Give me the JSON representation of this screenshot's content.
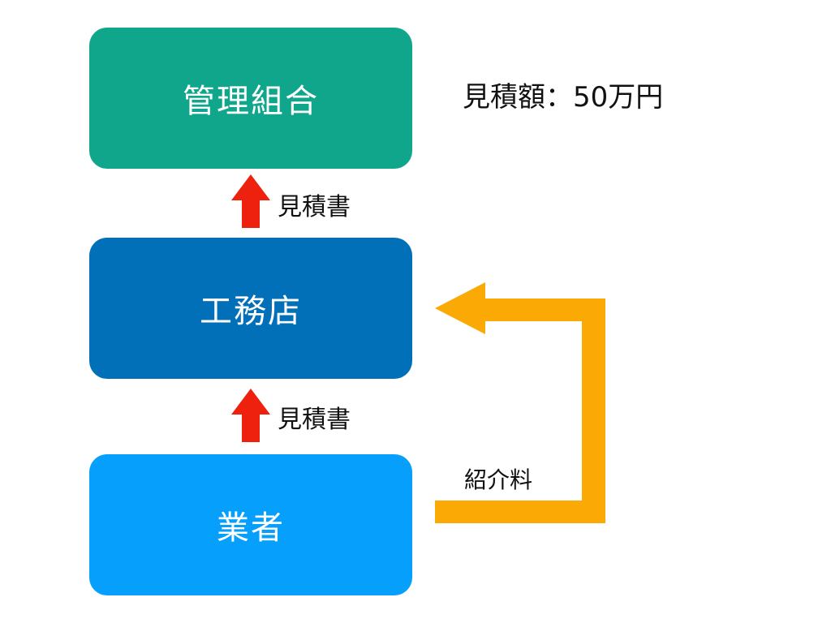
{
  "boxes": {
    "top": {
      "label": "管理組合",
      "color": "#10a68c"
    },
    "middle": {
      "label": "工務店",
      "color": "#0270b8"
    },
    "bottom": {
      "label": "業者",
      "color": "#06a0fc"
    }
  },
  "labels": {
    "estimate_amount": "見積額：50万円",
    "document_upper": "見積書",
    "document_lower": "見積書",
    "referral_fee": "紹介料"
  },
  "colors": {
    "red_arrow": "#ee210e",
    "fee_arrow": "#fbaa05"
  },
  "icons": {
    "upper_arrow": "arrow-up-icon",
    "lower_arrow": "arrow-up-icon",
    "fee_arrow": "bent-arrow-left-icon"
  }
}
